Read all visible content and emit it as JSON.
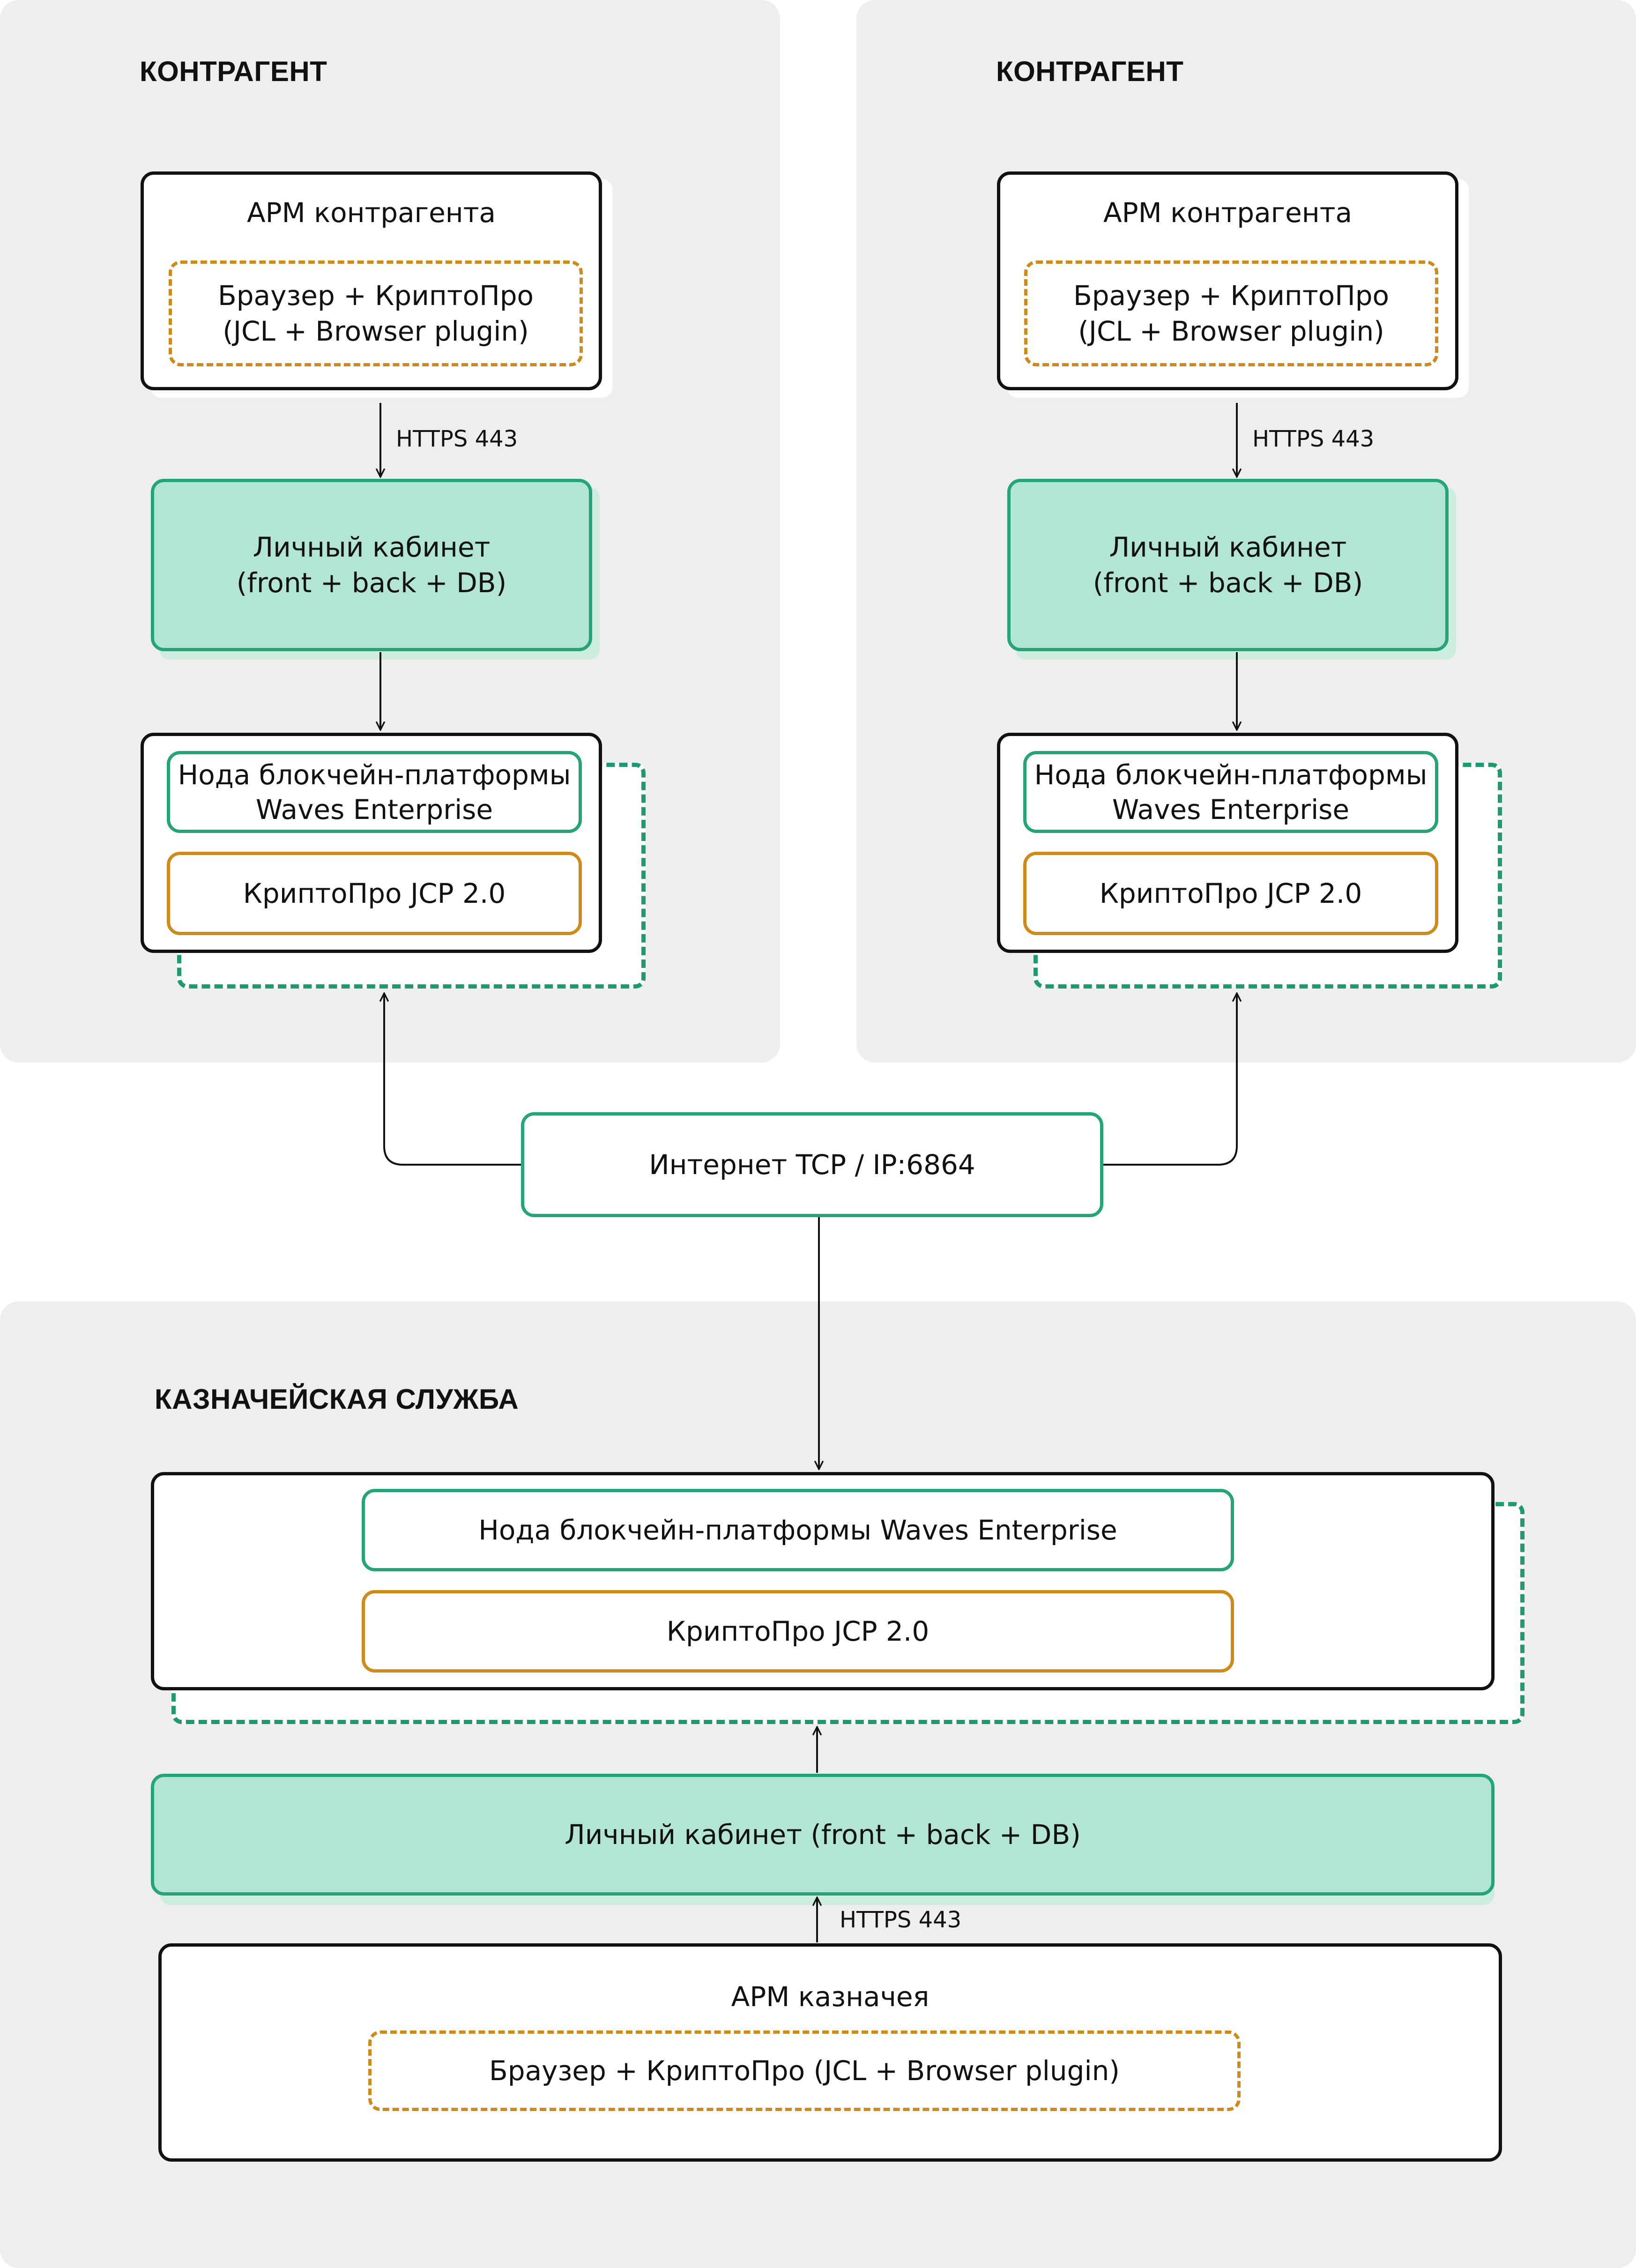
{
  "counterparty_left": {
    "title": "КОНТРАГЕНТ",
    "workstation_title": "АРМ контрагента",
    "browser_line1": "Браузер + КриптоПро",
    "browser_line2": "(JCL + Browser plugin)",
    "https_label": "HTTPS 443",
    "cabinet_line1": "Личный кабинет",
    "cabinet_line2": "(front + back + DB)",
    "node_line1": "Нода блокчейн-платформы",
    "node_line2": "Waves Enterprise",
    "crypto_label": "КриптоПро JCP 2.0"
  },
  "counterparty_right": {
    "title": "КОНТРАГЕНТ",
    "workstation_title": "АРМ контрагента",
    "browser_line1": "Браузер + КриптоПро",
    "browser_line2": "(JCL + Browser plugin)",
    "https_label": "HTTPS 443",
    "cabinet_line1": "Личный кабинет",
    "cabinet_line2": "(front + back + DB)",
    "node_line1": "Нода блокчейн-платформы",
    "node_line2": "Waves Enterprise",
    "crypto_label": "КриптоПро JCP 2.0"
  },
  "internet": {
    "label": "Интернет TCP / IP:6864"
  },
  "treasury": {
    "title": "КАЗНАЧЕЙСКАЯ СЛУЖБА",
    "node_label": "Нода блокчейн-платформы Waves Enterprise",
    "crypto_label": "КриптоПро JCP 2.0",
    "cabinet_label": "Личный кабинет (front + back + DB)",
    "https_label": "HTTPS 443",
    "workstation_title": "АРМ казначея",
    "browser_label": "Браузер + КриптоПро (JCL + Browser plugin)"
  },
  "colors": {
    "panel": "#eeeeee",
    "green_border": "#25a577",
    "green_fill": "#b2e6d3",
    "orange_border": "#cf8a1c",
    "dark_border": "#111111"
  }
}
